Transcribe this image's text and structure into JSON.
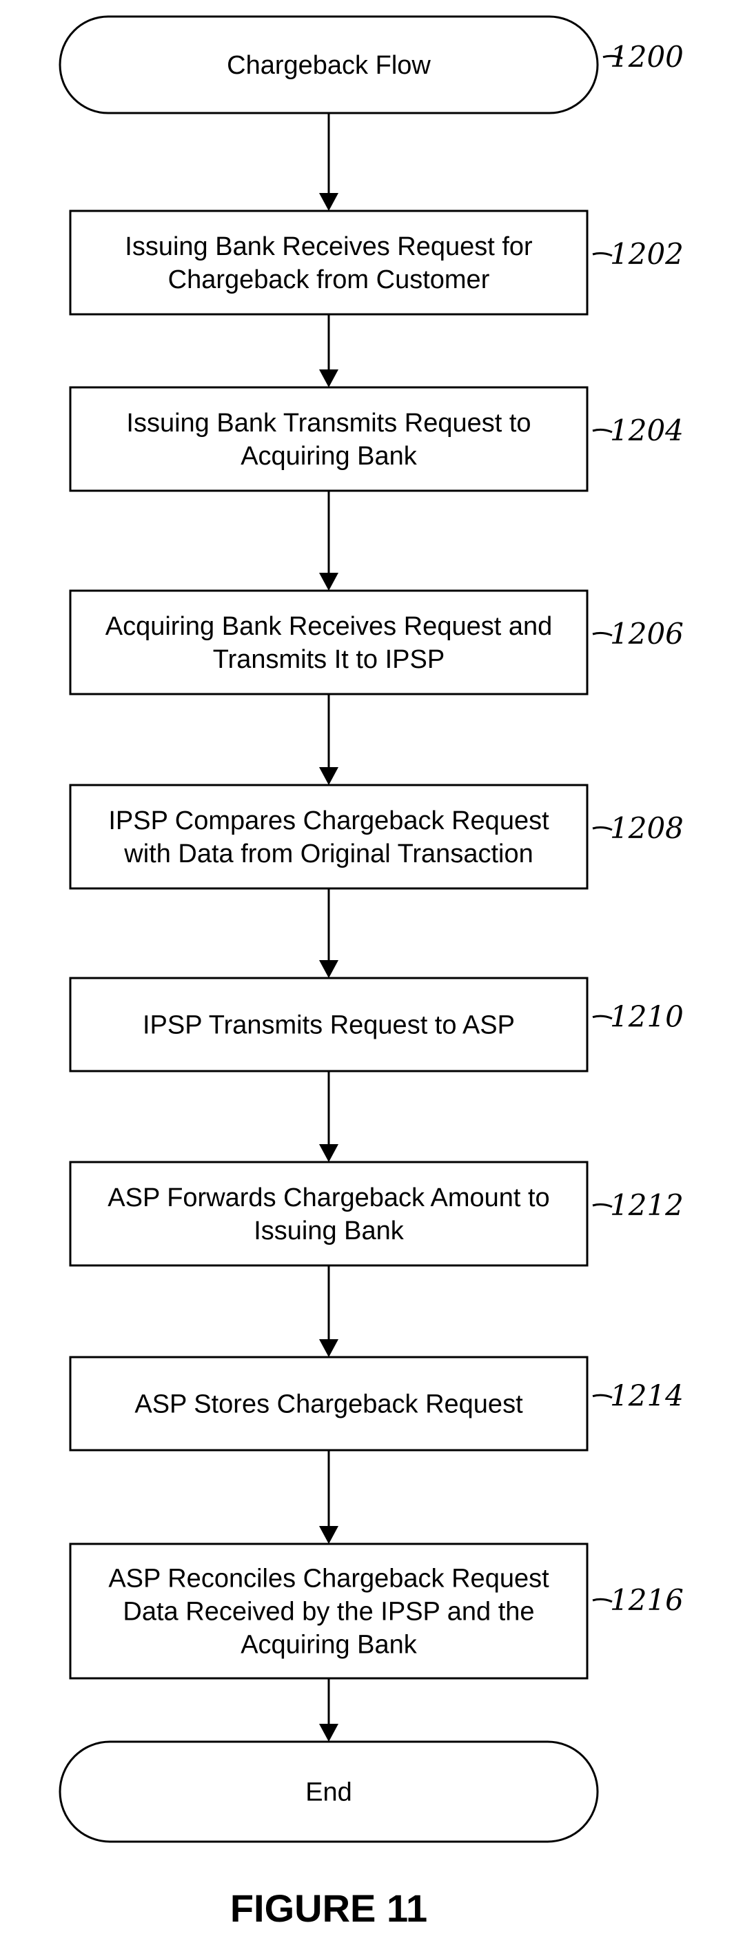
{
  "figure": {
    "caption": "FIGURE 11",
    "steps": [
      {
        "kind": "terminal",
        "lines": [
          "Chargeback Flow"
        ],
        "ref": "1200"
      },
      {
        "kind": "process",
        "lines": [
          "Issuing Bank Receives Request for",
          "Chargeback from Customer"
        ],
        "ref": "1202"
      },
      {
        "kind": "process",
        "lines": [
          "Issuing Bank Transmits Request to",
          "Acquiring Bank"
        ],
        "ref": "1204"
      },
      {
        "kind": "process",
        "lines": [
          "Acquiring Bank Receives Request and",
          "Transmits It to IPSP"
        ],
        "ref": "1206"
      },
      {
        "kind": "process",
        "lines": [
          "IPSP Compares Chargeback Request",
          "with Data from Original Transaction"
        ],
        "ref": "1208"
      },
      {
        "kind": "process",
        "lines": [
          "IPSP Transmits Request to ASP"
        ],
        "ref": "1210"
      },
      {
        "kind": "process",
        "lines": [
          "ASP Forwards Chargeback Amount to",
          "Issuing Bank"
        ],
        "ref": "1212"
      },
      {
        "kind": "process",
        "lines": [
          "ASP Stores Chargeback Request"
        ],
        "ref": "1214"
      },
      {
        "kind": "process",
        "lines": [
          "ASP Reconciles Chargeback Request",
          "Data Received by the IPSP and the",
          "Acquiring Bank"
        ],
        "ref": "1216"
      },
      {
        "kind": "terminal",
        "lines": [
          "End"
        ],
        "ref": ""
      }
    ]
  }
}
